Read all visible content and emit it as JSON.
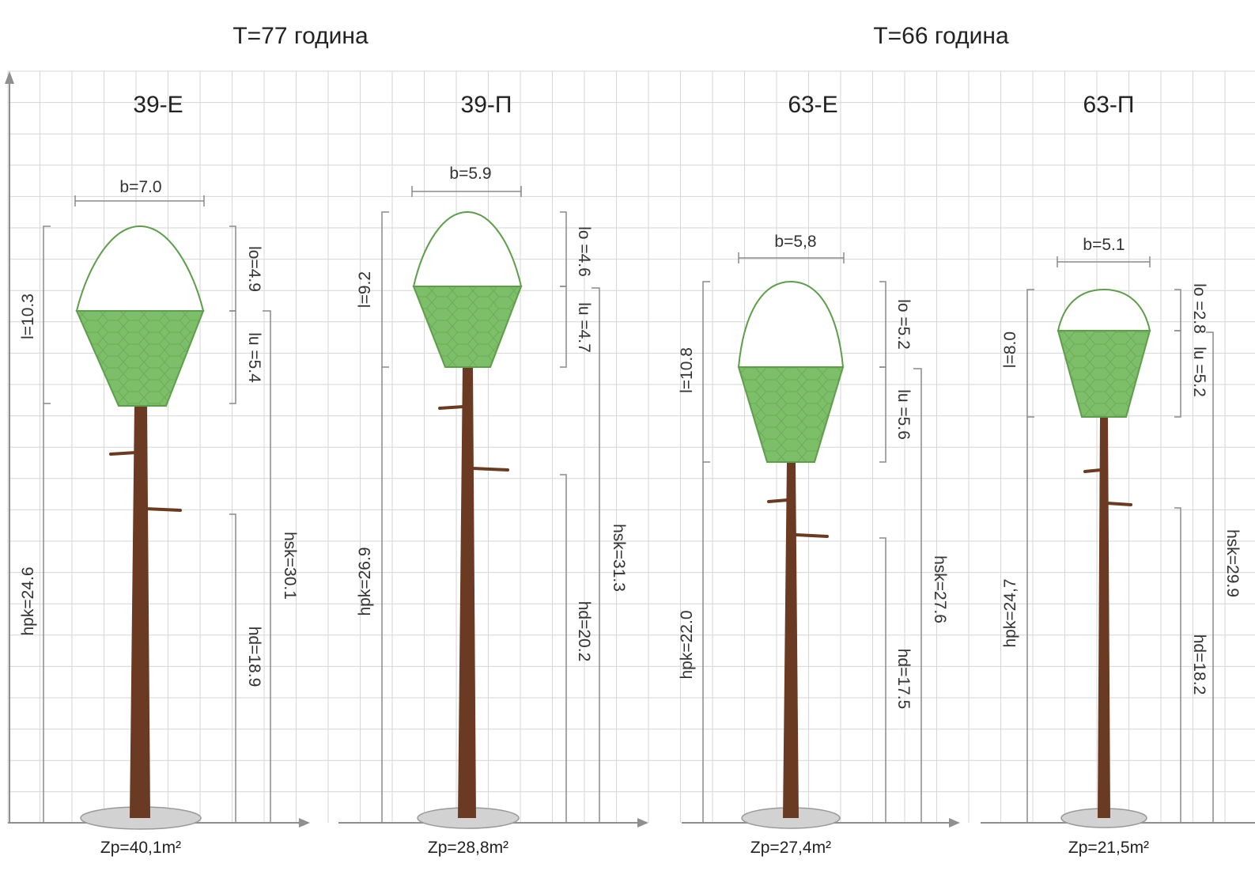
{
  "periods": [
    {
      "label": "T=77 година"
    },
    {
      "label": "T=66 година"
    }
  ],
  "trees": [
    {
      "title": "39-Е",
      "b": "b=7.0",
      "l": "l=10.3",
      "lo": "lo=4.9",
      "lu": "lu =5.4",
      "hpk": "hpk=24.6",
      "hsk": "hsk=30.1",
      "hd": "hd=18.9",
      "zp": "Zp=40,1m²"
    },
    {
      "title": "39-П",
      "b": "b=5.9",
      "l": "l=9.2",
      "lo": "lo =4.6",
      "lu": "lu =4.7",
      "hpk": "hpk=26.9",
      "hsk": "hsk=31.3",
      "hd": "hd=20.2",
      "zp": "Zp=28,8m²"
    },
    {
      "title": "63-Е",
      "b": "b=5,8",
      "l": "l=10.8",
      "lo": "lo =5.2",
      "lu": "lu =5.6",
      "hpk": "hpk=22.0",
      "hsk": "hsk=27.6",
      "hd": "hd=17.5",
      "zp": "Zp=27,4m²"
    },
    {
      "title": "63-П",
      "b": "b=5.1",
      "l": "l=8.0",
      "lo": "lo =2.8",
      "lu": "lu =5.2",
      "hpk": "hpk=24,7",
      "hsk": "hsk=29.9",
      "hd": "hd=18.2",
      "zp": "Zp=21,5m²"
    }
  ],
  "colors": {
    "crown_fill": "#7dbf68",
    "crown_stroke": "#5d9e4a",
    "trunk": "#6b3a22",
    "base": "#cfcfcf"
  }
}
